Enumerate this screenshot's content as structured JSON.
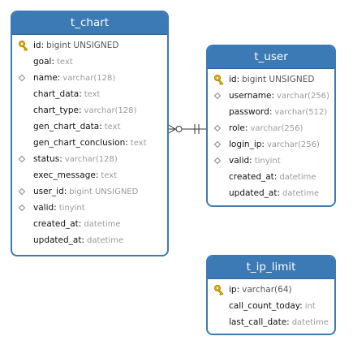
{
  "tables": [
    {
      "key": "t_chart",
      "title": "t_chart",
      "columns": [
        {
          "name": "id:",
          "type": "bigint UNSIGNED",
          "marker": "key"
        },
        {
          "name": "goal:",
          "type": "text",
          "marker": "none"
        },
        {
          "name": "name:",
          "type": "varchar(128)",
          "marker": "diamond"
        },
        {
          "name": "chart_data:",
          "type": "text",
          "marker": "none"
        },
        {
          "name": "chart_type:",
          "type": "varchar(128)",
          "marker": "none"
        },
        {
          "name": "gen_chart_data:",
          "type": "text",
          "marker": "none"
        },
        {
          "name": "gen_chart_conclusion:",
          "type": "text",
          "marker": "none"
        },
        {
          "name": "status:",
          "type": "varchar(128)",
          "marker": "diamond"
        },
        {
          "name": "exec_message:",
          "type": "text",
          "marker": "none"
        },
        {
          "name": "user_id:",
          "type": "bigint UNSIGNED",
          "marker": "diamond"
        },
        {
          "name": "valid:",
          "type": "tinyint",
          "marker": "diamond"
        },
        {
          "name": "created_at:",
          "type": "datetime",
          "marker": "none"
        },
        {
          "name": "updated_at:",
          "type": "datetime",
          "marker": "none"
        }
      ]
    },
    {
      "key": "t_user",
      "title": "t_user",
      "columns": [
        {
          "name": "id:",
          "type": "bigint UNSIGNED",
          "marker": "key"
        },
        {
          "name": "username:",
          "type": "varchar(256)",
          "marker": "diamond"
        },
        {
          "name": "password:",
          "type": "varchar(512)",
          "marker": "none"
        },
        {
          "name": "role:",
          "type": "varchar(256)",
          "marker": "diamond"
        },
        {
          "name": "login_ip:",
          "type": "varchar(256)",
          "marker": "diamond"
        },
        {
          "name": "valid:",
          "type": "tinyint",
          "marker": "diamond"
        },
        {
          "name": "created_at:",
          "type": "datetime",
          "marker": "none"
        },
        {
          "name": "updated_at:",
          "type": "datetime",
          "marker": "none"
        }
      ]
    },
    {
      "key": "t_ip_limit",
      "title": "t_ip_limit",
      "columns": [
        {
          "name": "ip:",
          "type": "varchar(64)",
          "marker": "key"
        },
        {
          "name": "call_count_today:",
          "type": "int",
          "marker": "none"
        },
        {
          "name": "last_call_date:",
          "type": "datetime",
          "marker": "none"
        }
      ]
    }
  ],
  "relationships": [
    {
      "from": "t_chart",
      "to": "t_user",
      "from_end": "zero-or-many",
      "to_end": "exactly-one"
    }
  ],
  "colors": {
    "header": "#3c7ab6",
    "border": "#3c7ab6",
    "type_text": "#9a9a9a",
    "key_icon": "#d9a400",
    "diamond": "#9a9a9a"
  }
}
